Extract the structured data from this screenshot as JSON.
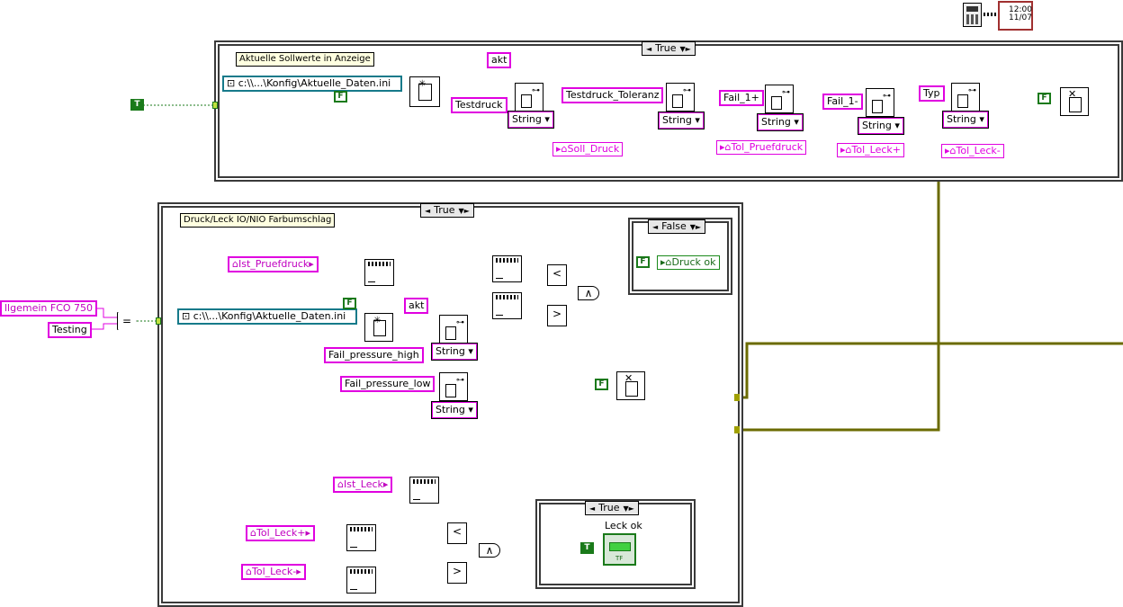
{
  "case_top": {
    "selector": "True",
    "label": "Aktuelle Sollwerte in Anzeige"
  },
  "case_mid": {
    "selector": "True",
    "label": "Druck/Leck IO/NIO Farbumschlag"
  },
  "case_small_false": {
    "selector": "False"
  },
  "case_leck_true": {
    "selector": "True"
  },
  "path_top": "c:\\\\...\\Konfig\\Aktuelle_Daten.ini",
  "path_mid": "c:\\\\...\\Konfig\\Aktuelle_Daten.ini",
  "bool_const": {
    "t": "T",
    "f": "F"
  },
  "keys_top": [
    "Testdruck",
    "Testdruck_Toleranz",
    "Fail_1+",
    "Fail_1-",
    "Typ"
  ],
  "akt_top": "akt",
  "akt_mid": "akt",
  "dropdown": "String",
  "indicators_top": [
    "Soll_Druck",
    "Tol_Pruefdruck",
    "Tol_Leck+",
    "Tol_Leck-"
  ],
  "mid_controls": [
    "Ist_Pruefdruck"
  ],
  "mid_keys": [
    "Fail_pressure_high",
    "Fail_pressure_low"
  ],
  "druck_ok": "Druck ok",
  "left_inputs": [
    "llgemein FCO 750",
    "Testing"
  ],
  "leck_controls": [
    "Ist_Leck",
    "Tol_Leck+",
    "Tol_Leck-"
  ],
  "leck_ok": "Leck ok",
  "led_text": "TF",
  "gate_symbols": {
    "and": "∧",
    "lt": "<",
    "gt": ">",
    "eq": "="
  },
  "clock_text": {
    "line1": "12:00",
    "line2": "11/07"
  }
}
